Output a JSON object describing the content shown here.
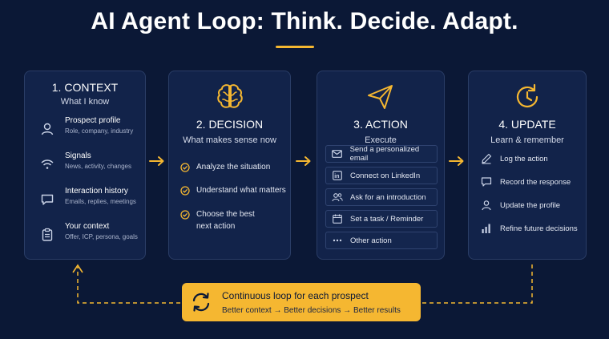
{
  "title": "AI Agent Loop: Think. Decide. Adapt.",
  "colors": {
    "accent": "#f5b731",
    "background": "#0b1836",
    "card": "#12234a"
  },
  "context": {
    "heading": "1. CONTEXT",
    "subheading": "What I know",
    "items": [
      {
        "icon": "person-icon",
        "title": "Prospect profile",
        "desc": "Role, company, industry"
      },
      {
        "icon": "wifi-signal-icon",
        "title": "Signals",
        "desc": "News, activity, changes"
      },
      {
        "icon": "chat-bubble-icon",
        "title": "Interaction history",
        "desc": "Emails, replies, meetings"
      },
      {
        "icon": "clipboard-icon",
        "title": "Your context",
        "desc": "Offer, ICP, persona, goals"
      }
    ]
  },
  "decision": {
    "icon": "brain-icon",
    "heading": "2. DECISION",
    "subheading": "What makes sense now",
    "steps": [
      "Analyze the situation",
      "Understand what matters",
      "Choose the best next action"
    ]
  },
  "action": {
    "icon": "paper-plane-icon",
    "heading": "3. ACTION",
    "subheading": "Execute",
    "items": [
      {
        "icon": "mail-icon",
        "label": "Send a personalized email"
      },
      {
        "icon": "linkedin-icon",
        "label": "Connect on LinkedIn"
      },
      {
        "icon": "people-icon",
        "label": "Ask for an introduction"
      },
      {
        "icon": "calendar-icon",
        "label": "Set a task / Reminder"
      },
      {
        "icon": "more-dots-icon",
        "label": "Other action"
      }
    ]
  },
  "update": {
    "icon": "refresh-clock-icon",
    "heading": "4. UPDATE",
    "subheading": "Learn & remember",
    "items": [
      {
        "icon": "pencil-icon",
        "label": "Log the action"
      },
      {
        "icon": "chat-bubble-icon",
        "label": "Record the response"
      },
      {
        "icon": "person-icon",
        "label": "Update the profile"
      },
      {
        "icon": "bar-chart-icon",
        "label": "Refine future decisions"
      }
    ]
  },
  "loop": {
    "icon": "cycle-arrows-icon",
    "title": "Continuous loop for each prospect",
    "subtitle": "Better context → Better decisions → Better results"
  }
}
